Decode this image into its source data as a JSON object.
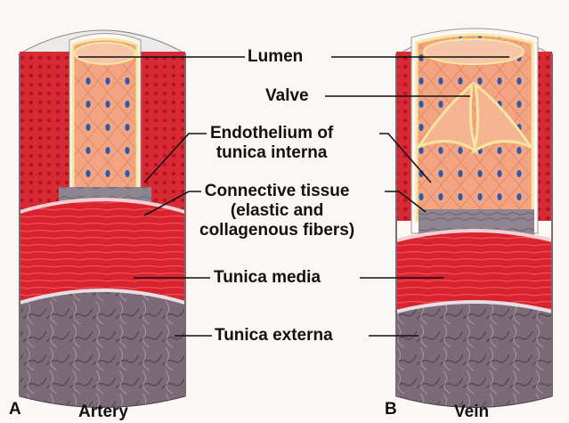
{
  "panels": [
    {
      "letter": "A",
      "caption": "Artery"
    },
    {
      "letter": "B",
      "caption": "Vein"
    }
  ],
  "labels": {
    "lumen": "Lumen",
    "valve": "Valve",
    "endothelium_line1": "Endothelium of",
    "endothelium_line2": "tunica interna",
    "connective_line1": "Connective tissue",
    "connective_line2": "(elastic and",
    "connective_line3": "collagenous fibers)",
    "tunica_media": "Tunica media",
    "tunica_externa": "Tunica externa"
  },
  "colors": {
    "background": "#fbf7f4",
    "tunica_media": "#d9232e",
    "elastic_layer": "#e63a3a",
    "tunica_externa": "#7d6a78",
    "endothelium": "#f4a07a",
    "nuclei": "#2d5aa8",
    "connective": "#8f8690"
  }
}
